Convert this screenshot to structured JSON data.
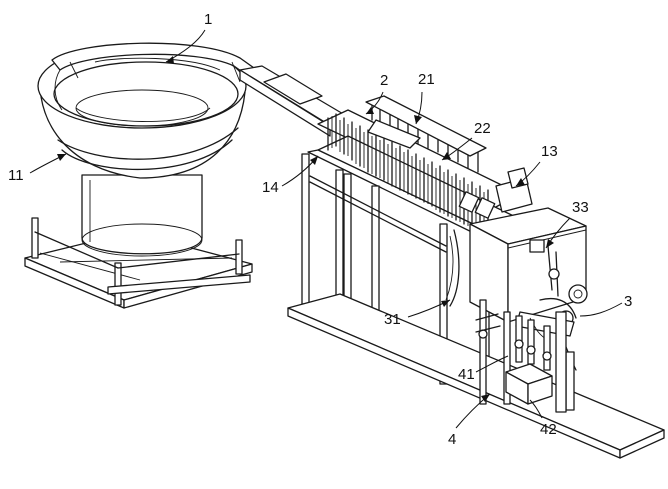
{
  "labels": {
    "l1": "1",
    "l2": "2",
    "l21": "21",
    "l22": "22",
    "l13": "13",
    "l14": "14",
    "l11": "11",
    "l33": "33",
    "l3": "3",
    "l31": "31",
    "l41": "41",
    "l4": "4",
    "l42": "42"
  }
}
